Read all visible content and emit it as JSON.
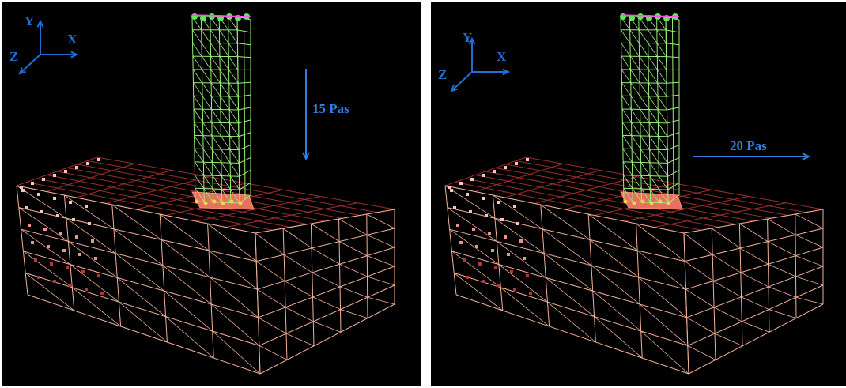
{
  "panels": [
    {
      "axes": {
        "x": "X",
        "y": "Y",
        "z": "Z"
      },
      "load": {
        "label": "15 Pas",
        "direction": "down"
      }
    },
    {
      "axes": {
        "x": "X",
        "y": "Y",
        "z": "Z"
      },
      "load": {
        "label": "20 Pas",
        "direction": "right"
      }
    }
  ],
  "colors": {
    "background": "#000000",
    "soil_mesh": "#f2b29a",
    "soil_mesh_dark": "#9a2e2e",
    "pile_mesh": "#9bf07a",
    "pile_cap": "#ff4ef0",
    "footprint": "#e8705e",
    "axes": "#1f6fd6",
    "load_arrow": "#2f7fe0"
  },
  "icons": [
    "axis-triad-icon",
    "load-arrow-icon"
  ]
}
